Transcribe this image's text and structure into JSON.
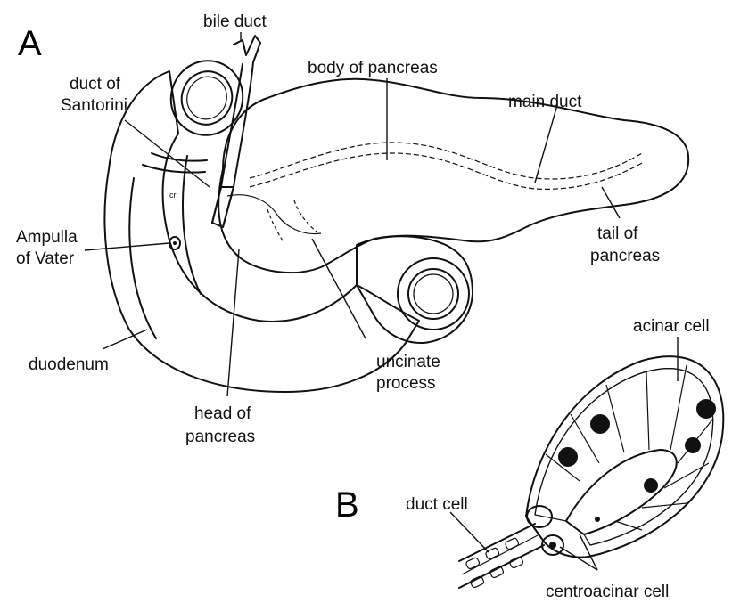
{
  "panels": {
    "a": "A",
    "b": "B"
  },
  "labels_a": {
    "bile_duct": "bile duct",
    "body_of_pancreas": "body of pancreas",
    "duct_of_santorini_line1": "duct of",
    "duct_of_santorini_line2": "Santorini",
    "main_duct": "main duct",
    "ampulla_line1": "Ampulla",
    "ampulla_line2": "of Vater",
    "tail_line1": "tail of",
    "tail_line2": "pancreas",
    "duodenum": "duodenum",
    "uncinate_line1": "uncinate",
    "uncinate_line2": "process",
    "head_line1": "head of",
    "head_line2": "pancreas"
  },
  "labels_b": {
    "acinar_cell": "acinar cell",
    "duct_cell": "duct cell",
    "centroacinar_cell": "centroacinar cell"
  },
  "colors": {
    "ink": "#111111",
    "background": "#ffffff"
  }
}
